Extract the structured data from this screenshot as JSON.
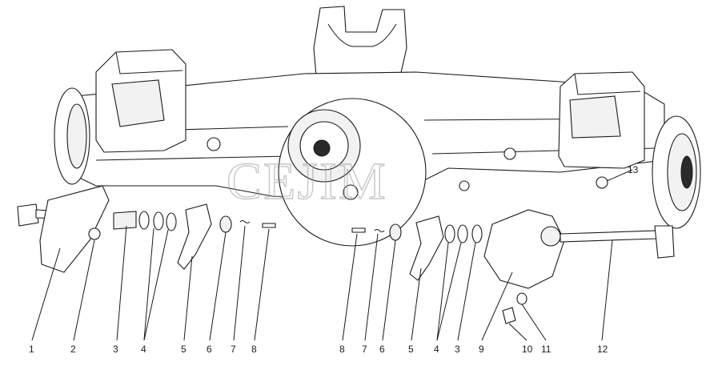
{
  "watermark": "CEJIM",
  "callouts": [
    {
      "id": "c1",
      "label": "1"
    },
    {
      "id": "c2",
      "label": "2"
    },
    {
      "id": "c3a",
      "label": "3"
    },
    {
      "id": "c4a",
      "label": "4"
    },
    {
      "id": "c5a",
      "label": "5"
    },
    {
      "id": "c6a",
      "label": "6"
    },
    {
      "id": "c7a",
      "label": "7"
    },
    {
      "id": "c8a",
      "label": "8"
    },
    {
      "id": "c8b",
      "label": "8"
    },
    {
      "id": "c7b",
      "label": "7"
    },
    {
      "id": "c6b",
      "label": "6"
    },
    {
      "id": "c5b",
      "label": "5"
    },
    {
      "id": "c4b",
      "label": "4"
    },
    {
      "id": "c3b",
      "label": "3"
    },
    {
      "id": "c9",
      "label": "9"
    },
    {
      "id": "c10",
      "label": "10"
    },
    {
      "id": "c11",
      "label": "11"
    },
    {
      "id": "c12",
      "label": "12"
    },
    {
      "id": "c13",
      "label": "13"
    }
  ]
}
